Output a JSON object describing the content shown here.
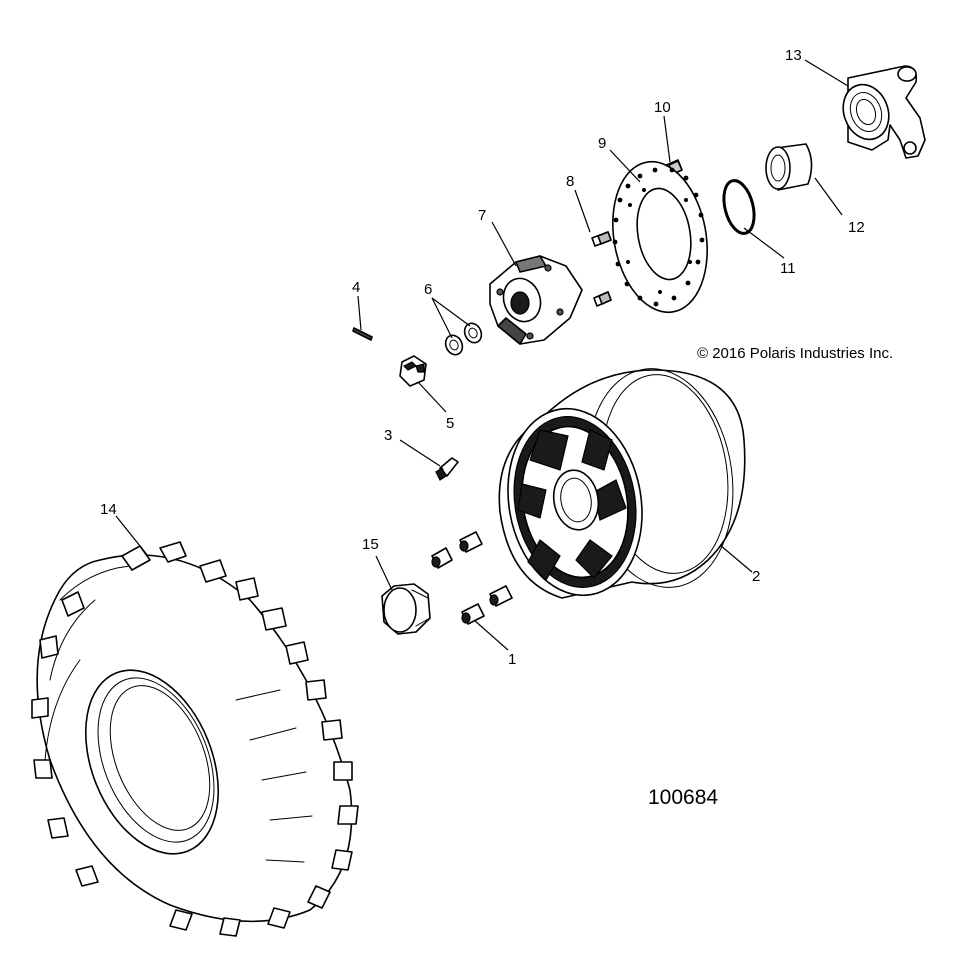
{
  "copyright": "© 2016 Polaris Industries Inc.",
  "figure_number": "100684",
  "callouts": [
    "1",
    "2",
    "3",
    "4",
    "5",
    "6",
    "7",
    "8",
    "9",
    "10",
    "11",
    "12",
    "13",
    "14",
    "15"
  ]
}
